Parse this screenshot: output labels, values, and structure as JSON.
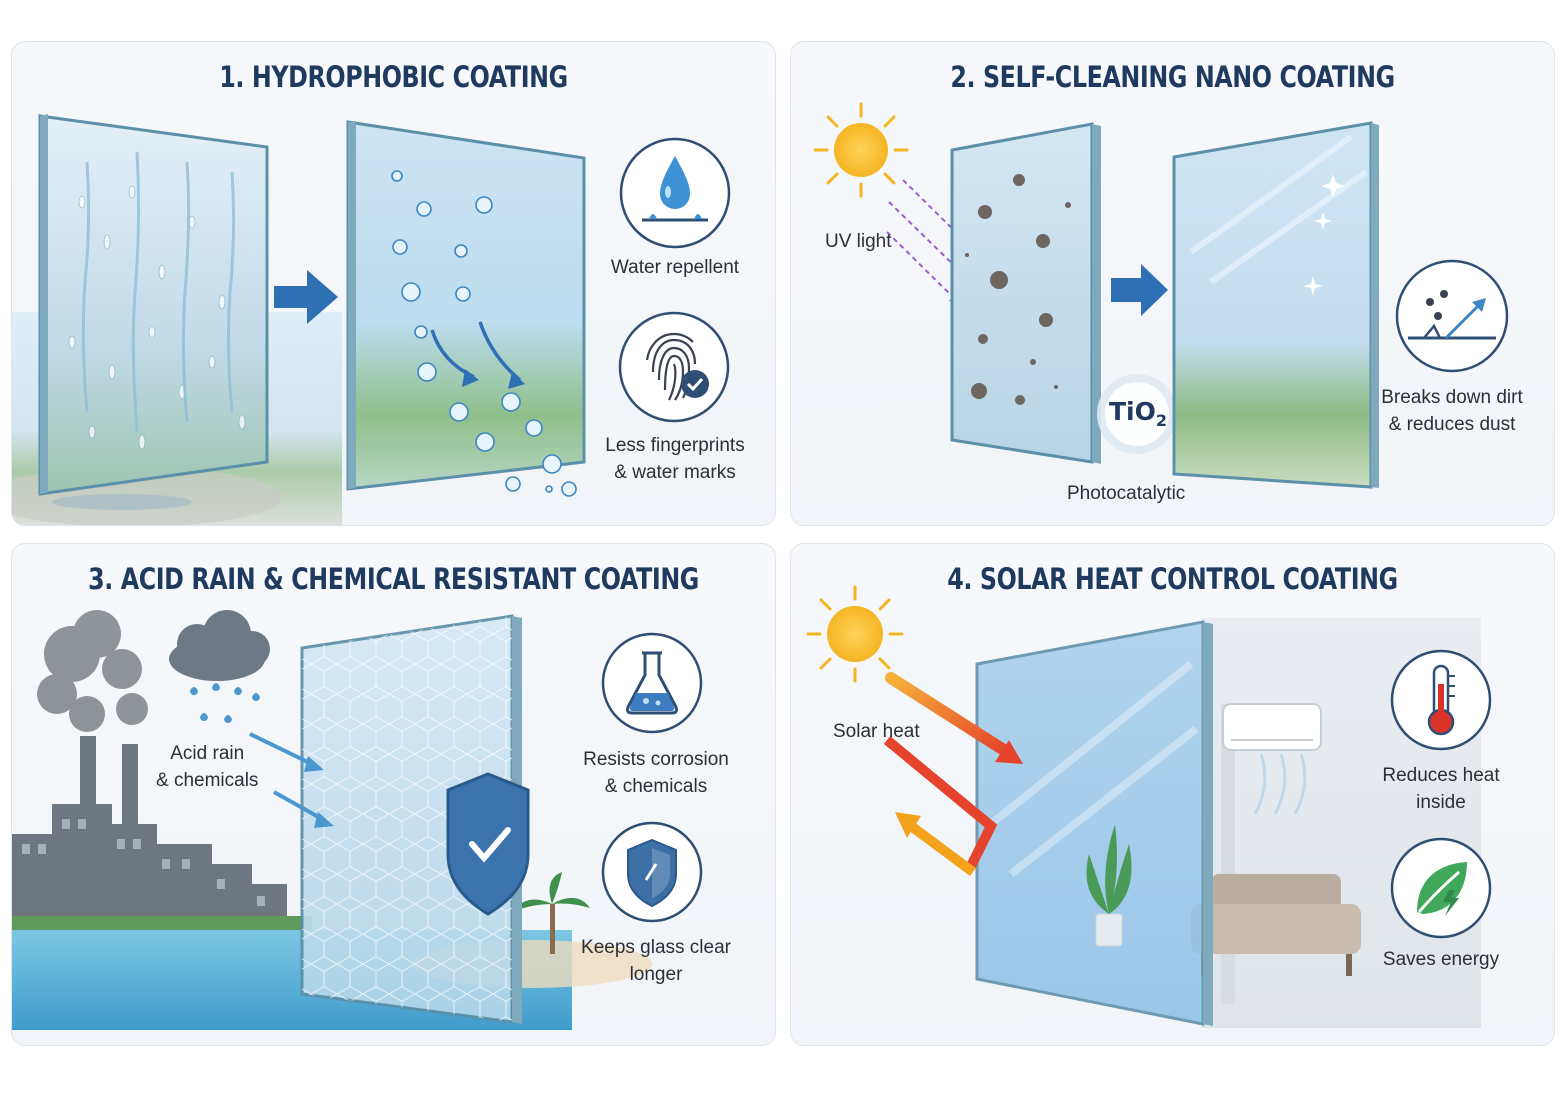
{
  "panels": {
    "hydrophobic": {
      "title": "1. HYDROPHOBIC COATING",
      "features": [
        {
          "icon": "water-drop-icon",
          "lines": [
            "Water repellent"
          ]
        },
        {
          "icon": "fingerprint-icon",
          "lines": [
            "Less fingerprints",
            "& water marks"
          ]
        }
      ]
    },
    "self_cleaning": {
      "title": "2. SELF-CLEANING NANO COATING",
      "uv_label": "UV light",
      "tio2_label": "TiO",
      "tio2_sub": "2",
      "photocatalytic_label": "Photocatalytic",
      "features": [
        {
          "icon": "dirt-breakdown-icon",
          "lines": [
            "Breaks down dirt",
            "& reduces dust"
          ]
        }
      ]
    },
    "acid_resistant": {
      "title": "3. ACID RAIN & CHEMICAL RESISTANT COATING",
      "rain_label": [
        "Acid rain",
        "& chemicals"
      ],
      "features": [
        {
          "icon": "flask-icon",
          "lines": [
            "Resists corrosion",
            "& chemicals"
          ]
        },
        {
          "icon": "shield-icon",
          "lines": [
            "Keeps glass clear",
            "longer"
          ]
        }
      ]
    },
    "solar_control": {
      "title": "4. SOLAR HEAT CONTROL COATING",
      "heat_label": "Solar heat",
      "features": [
        {
          "icon": "thermometer-icon",
          "lines": [
            "Reduces heat",
            "inside"
          ]
        },
        {
          "icon": "leaf-energy-icon",
          "lines": [
            "Saves energy"
          ]
        }
      ]
    }
  },
  "colors": {
    "title": "#1e3a5f",
    "accent_blue": "#2f6fb3",
    "icon_blue": "#3b6fa6",
    "sun": "#f5b523",
    "heat_red": "#e5432b",
    "heat_orange": "#f3a21c",
    "uv_purple": "#9b5fd1"
  }
}
